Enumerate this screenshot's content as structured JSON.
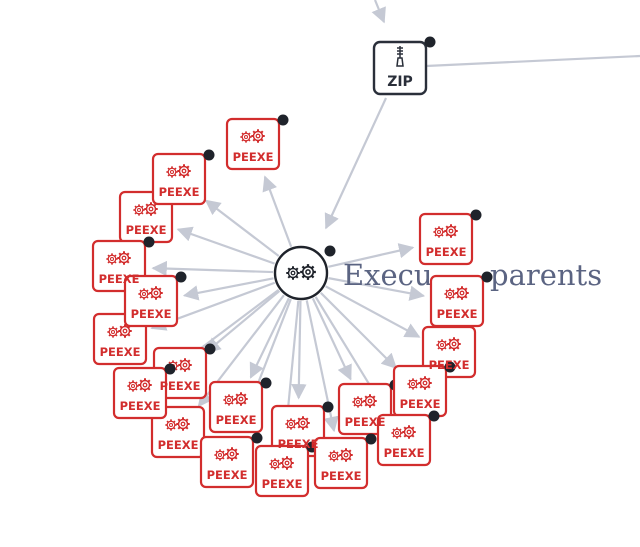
{
  "center_node": {
    "icon": "gears-icon",
    "label_visible_parts": [
      "Execu",
      "parents"
    ]
  },
  "zip_node": {
    "label": "ZIP",
    "icon": "zipper-icon"
  },
  "pe_node_label": "PEEXE",
  "pe_node_count": 20,
  "colors": {
    "edge": "#c5c9d4",
    "pe": "#d22d2d",
    "zip": "#2a2f3a",
    "label": "#5b6482",
    "dot": "#1f232b"
  }
}
